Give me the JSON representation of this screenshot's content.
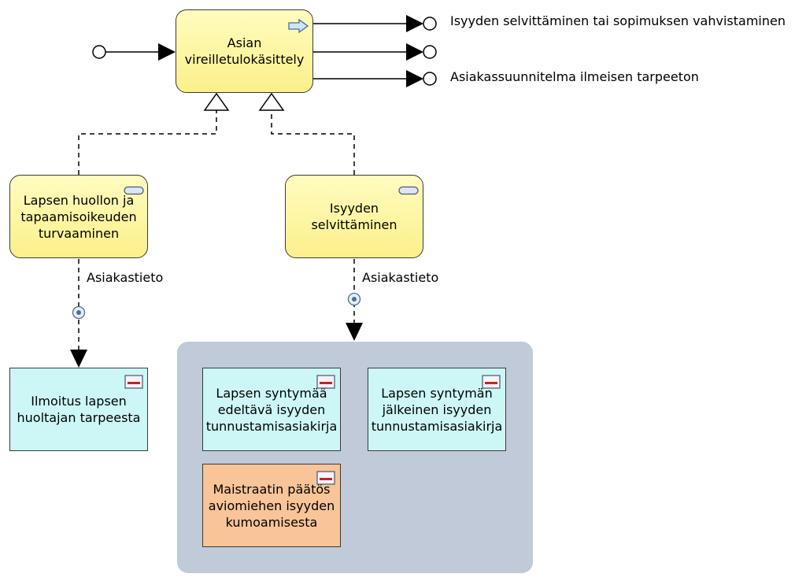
{
  "main_process": {
    "label_line1": "Asian",
    "label_line2": "vireilletulokäsittely"
  },
  "outputs": [
    {
      "label": "Isyyden selvittäminen tai sopimuksen vahvistaminen"
    },
    {
      "label": ""
    },
    {
      "label": "Asiakassuunnitelma ilmeisen tarpeeton"
    }
  ],
  "subprocesses": [
    {
      "line1": "Lapsen huollon ja",
      "line2": "tapaamisoikeuden",
      "line3": "turvaaminen",
      "flow_label": "Asiakastieto"
    },
    {
      "line1": "Isyyden",
      "line2": "selvittäminen",
      "flow_label": "Asiakastieto"
    }
  ],
  "documents": [
    {
      "line1": "Ilmoitus lapsen",
      "line2": "huoltajan tarpeesta",
      "color": "#cdf7f7"
    },
    {
      "line1": "Lapsen syntymää",
      "line2": "edeltävä isyyden",
      "line3": "tunnustamisasiakirja",
      "color": "#cdf7f7"
    },
    {
      "line1": "Lapsen syntymän",
      "line2": "jälkeinen isyyden",
      "line3": "tunnustamisasiakirja",
      "color": "#cdf7f7"
    },
    {
      "line1": "Maistraatin päätös",
      "line2": "aviomiehen isyyden",
      "line3": "kumoamisesta",
      "color": "#f8c498"
    }
  ],
  "colors": {
    "process_fill": "#fbf08a",
    "document_fill": "#cdf7f7",
    "decision_document_fill": "#f8c498",
    "group_fill": "#c0cad8"
  },
  "icons": [
    "arrow-right-icon",
    "subprocess-icon",
    "document-icon",
    "information-icon"
  ]
}
